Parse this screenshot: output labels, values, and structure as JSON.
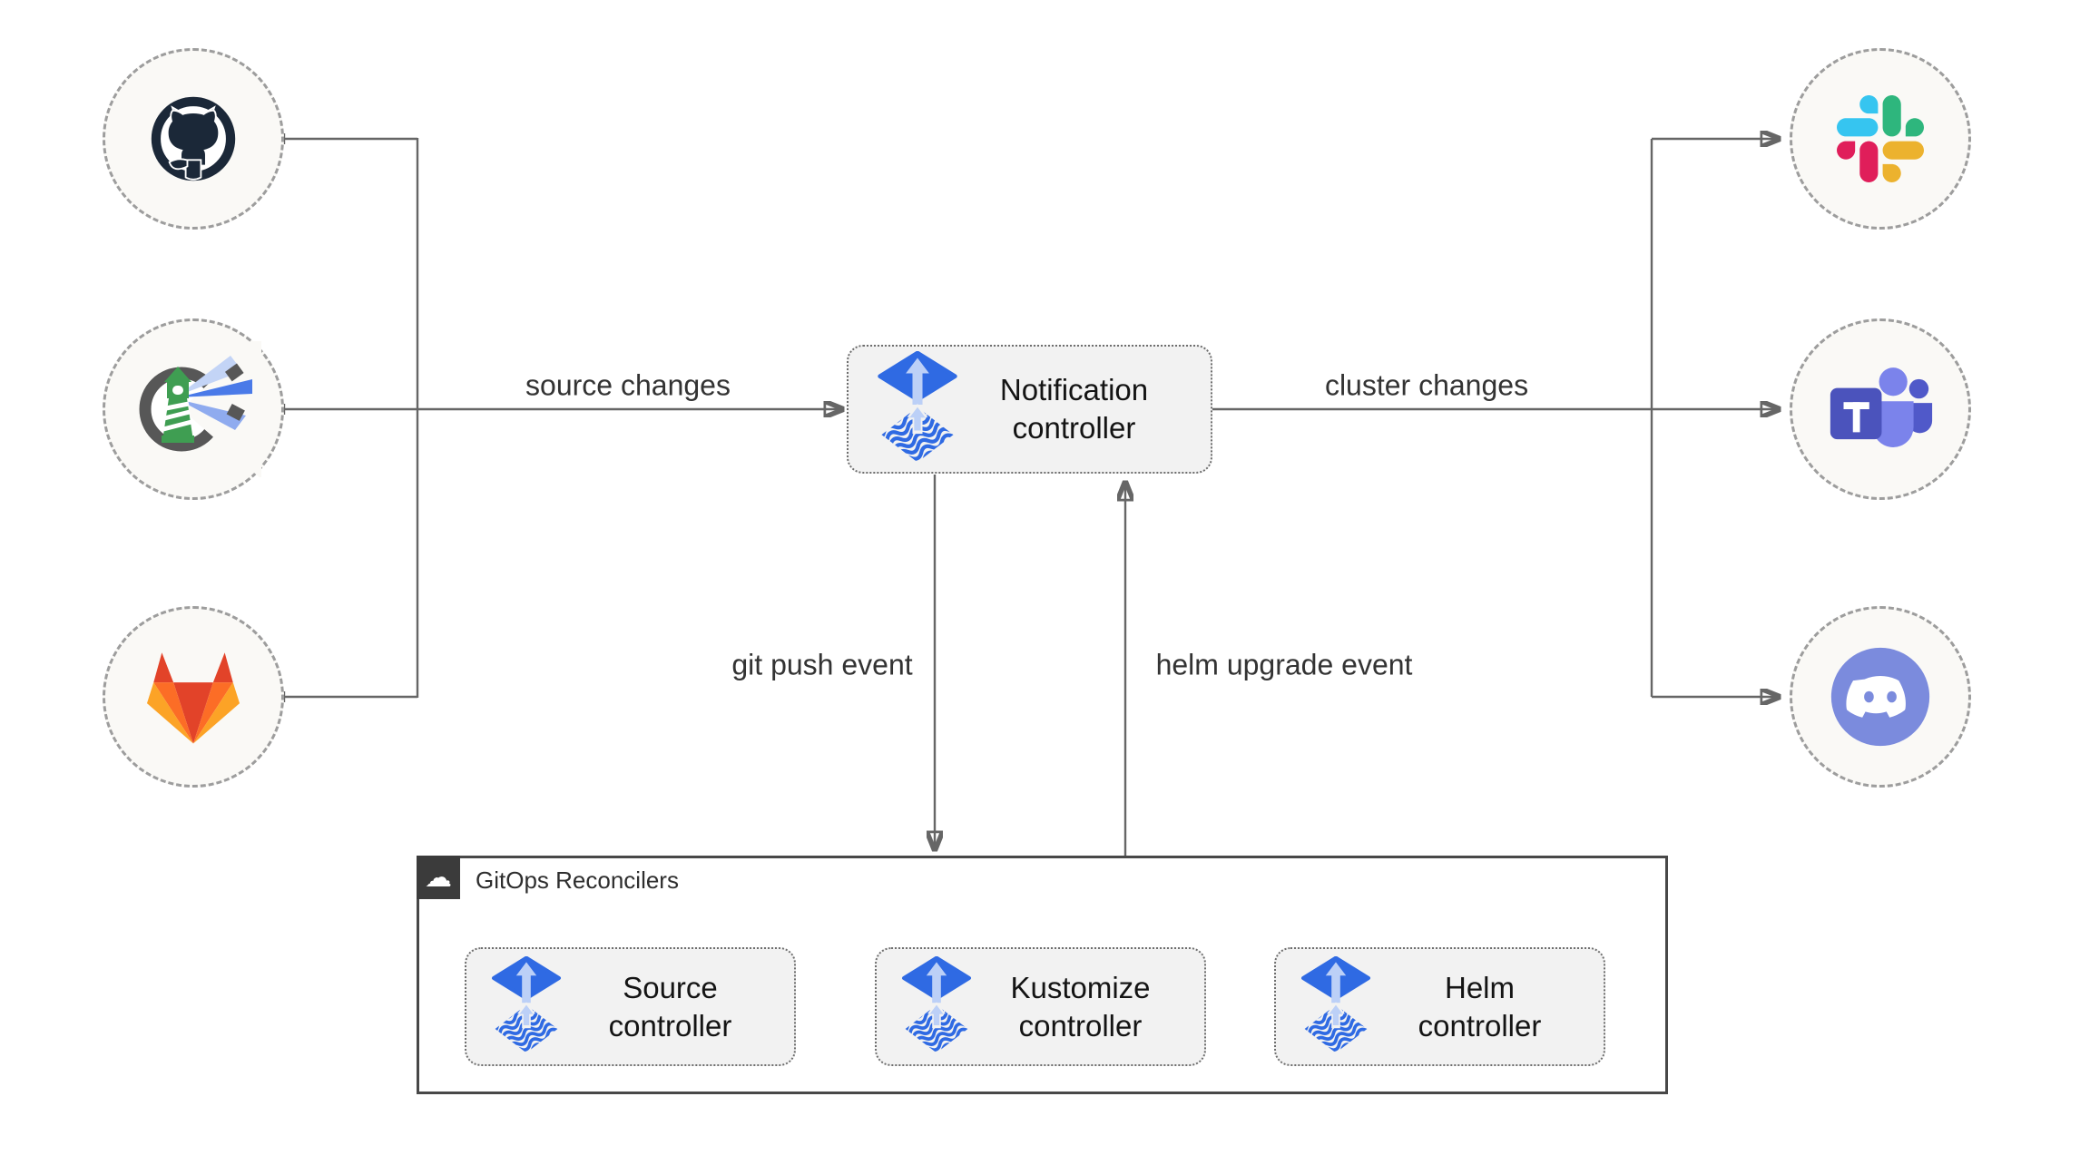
{
  "edge_labels": {
    "source_changes": "source changes",
    "cluster_changes": "cluster changes",
    "git_push_event": "git push event",
    "helm_upgrade_event": "helm upgrade event"
  },
  "nodes": {
    "notification": {
      "line1": "Notification",
      "line2": "controller",
      "icon": "flux-icon"
    },
    "source": {
      "line1": "Source",
      "line2": "controller",
      "icon": "flux-icon"
    },
    "kustomize": {
      "line1": "Kustomize",
      "line2": "controller",
      "icon": "flux-icon"
    },
    "helm": {
      "line1": "Helm",
      "line2": "controller",
      "icon": "flux-icon"
    }
  },
  "group": {
    "title": "GitOps Reconcilers",
    "icon": "cloud-icon",
    "cloud_glyph": "☁"
  },
  "sources": [
    {
      "name": "github",
      "icon": "github-icon"
    },
    {
      "name": "harbor",
      "icon": "harbor-icon"
    },
    {
      "name": "gitlab",
      "icon": "gitlab-icon"
    }
  ],
  "targets": [
    {
      "name": "slack",
      "icon": "slack-icon"
    },
    {
      "name": "teams",
      "icon": "teams-icon"
    },
    {
      "name": "discord",
      "icon": "discord-icon"
    }
  ],
  "colors": {
    "background": "#ffffff",
    "wire": "#666666",
    "node_fill": "#f2f2f2",
    "node_border": "#6e6e6e",
    "circle_fill": "#faf9f6",
    "circle_border": "#9d9d9d",
    "group_border": "#484848",
    "badge_fill": "#3b3b3b",
    "text": "#141414",
    "flux_blue": "#2f6ae3",
    "flux_light_blue": "#bcd0f7",
    "github_dark": "#1b2838",
    "harbor_ring": "#575757",
    "harbor_green": "#3f9e52",
    "gitlab_red": "#e24329",
    "gitlab_orange": "#fc6d26",
    "gitlab_amber": "#fca326",
    "slack_blue": "#36c5f0",
    "slack_green": "#2eb67d",
    "slack_red": "#e01e5a",
    "slack_yellow": "#ecb22e",
    "teams_indigo": "#4b53bc",
    "teams_light": "#7b83eb",
    "teams_dark": "#5059c9",
    "discord_blurple": "#7b8bdd"
  }
}
